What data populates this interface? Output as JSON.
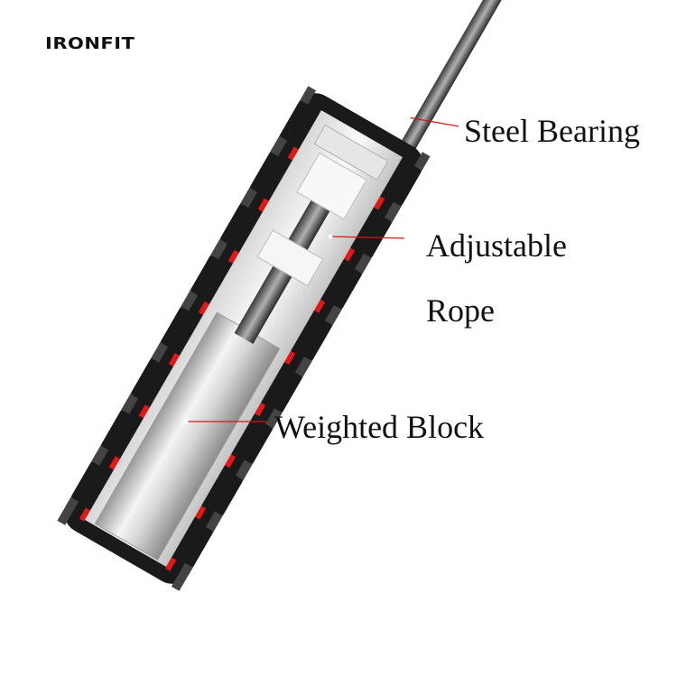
{
  "brand": {
    "name": "IRONFIT"
  },
  "callouts": {
    "steel_bearing": "Steel Bearing",
    "adjustable_line1": "Adjustable",
    "adjustable_line2": "Rope",
    "weighted_block": "Weighted Block"
  },
  "colors": {
    "grip": "#1a1a1a",
    "grip_gap_accent": "#e01818",
    "leader_line": "#d01818",
    "metal": "#c8c8c8",
    "label_text": "#111111"
  }
}
